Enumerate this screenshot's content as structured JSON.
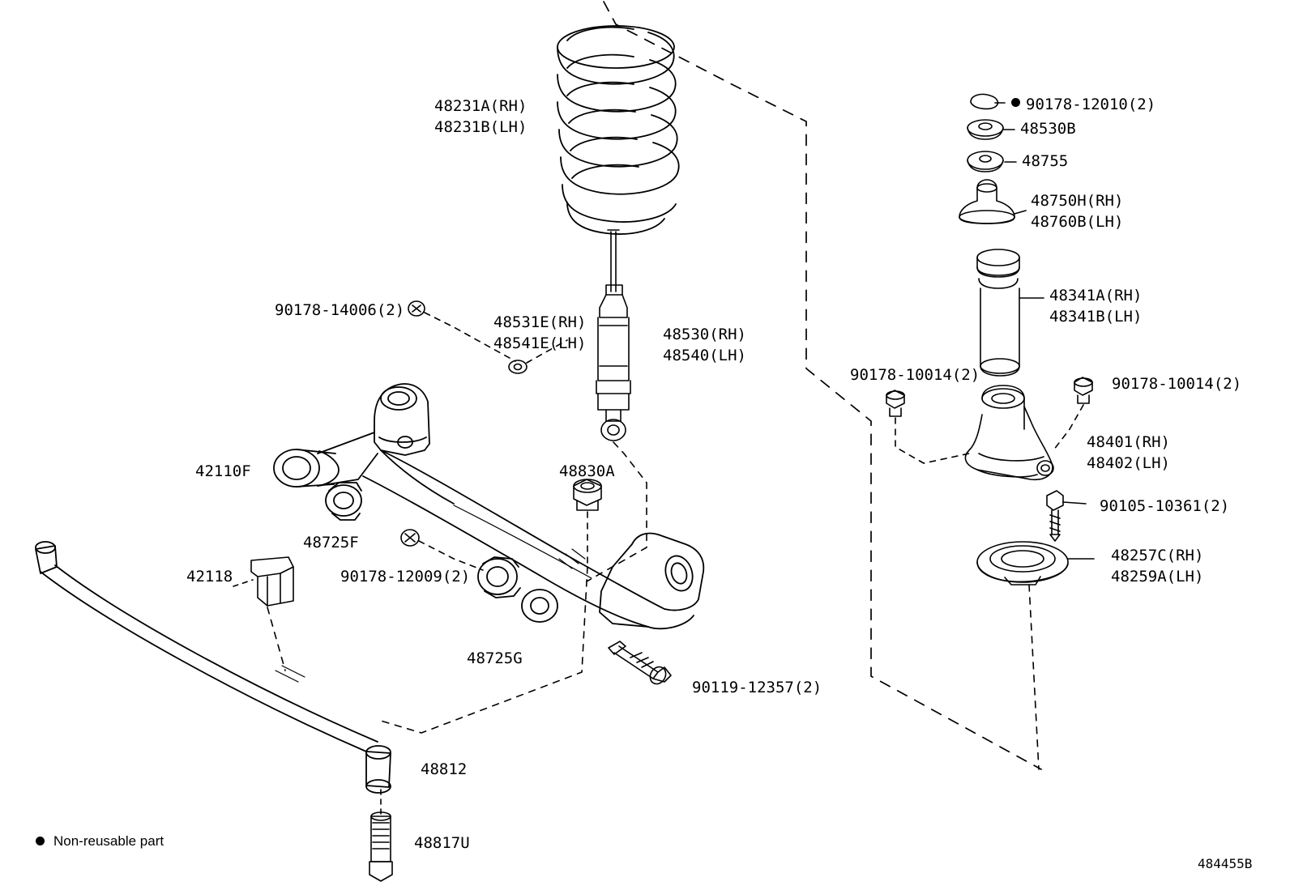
{
  "diagram": {
    "figure_code": "484455B",
    "legend_note": "Non-reusable part",
    "labels": [
      {
        "id": "spring",
        "text": "48231A(RH)\n48231B(LH)"
      },
      {
        "id": "nut-90178-14006",
        "text": "90178-14006(2)"
      },
      {
        "id": "insulator",
        "text": "48531E(RH)\n48541E(LH)"
      },
      {
        "id": "shock",
        "text": "48530(RH)\n48540(LH)"
      },
      {
        "id": "axle-beam-bush",
        "text": "42110F"
      },
      {
        "id": "bush-48725F",
        "text": "48725F"
      },
      {
        "id": "bracket-42118",
        "text": "42118"
      },
      {
        "id": "nut-90178-12009",
        "text": "90178-12009(2)"
      },
      {
        "id": "bush-48725G",
        "text": "48725G"
      },
      {
        "id": "nut-48830A",
        "text": "48830A"
      },
      {
        "id": "bolt-90119-12357",
        "text": "90119-12357(2)"
      },
      {
        "id": "bar-48812",
        "text": "48812"
      },
      {
        "id": "bolt-48817U",
        "text": "48817U"
      },
      {
        "id": "nut-90178-12010",
        "text": "90178-12010(2)"
      },
      {
        "id": "cushion-48530B",
        "text": "48530B"
      },
      {
        "id": "washer-48755",
        "text": "48755"
      },
      {
        "id": "bumper-48750H",
        "text": "48750H(RH)\n48760B(LH)"
      },
      {
        "id": "boot-48341A",
        "text": "48341A(RH)\n48341B(LH)"
      },
      {
        "id": "nut-90178-10014-left",
        "text": "90178-10014(2)"
      },
      {
        "id": "nut-90178-10014-right",
        "text": "90178-10014(2)"
      },
      {
        "id": "support-48401",
        "text": "48401(RH)\n48402(LH)"
      },
      {
        "id": "bolt-90105-10361",
        "text": "90105-10361(2)"
      },
      {
        "id": "seat-48257C",
        "text": "48257C(RH)\n48259A(LH)"
      }
    ]
  }
}
